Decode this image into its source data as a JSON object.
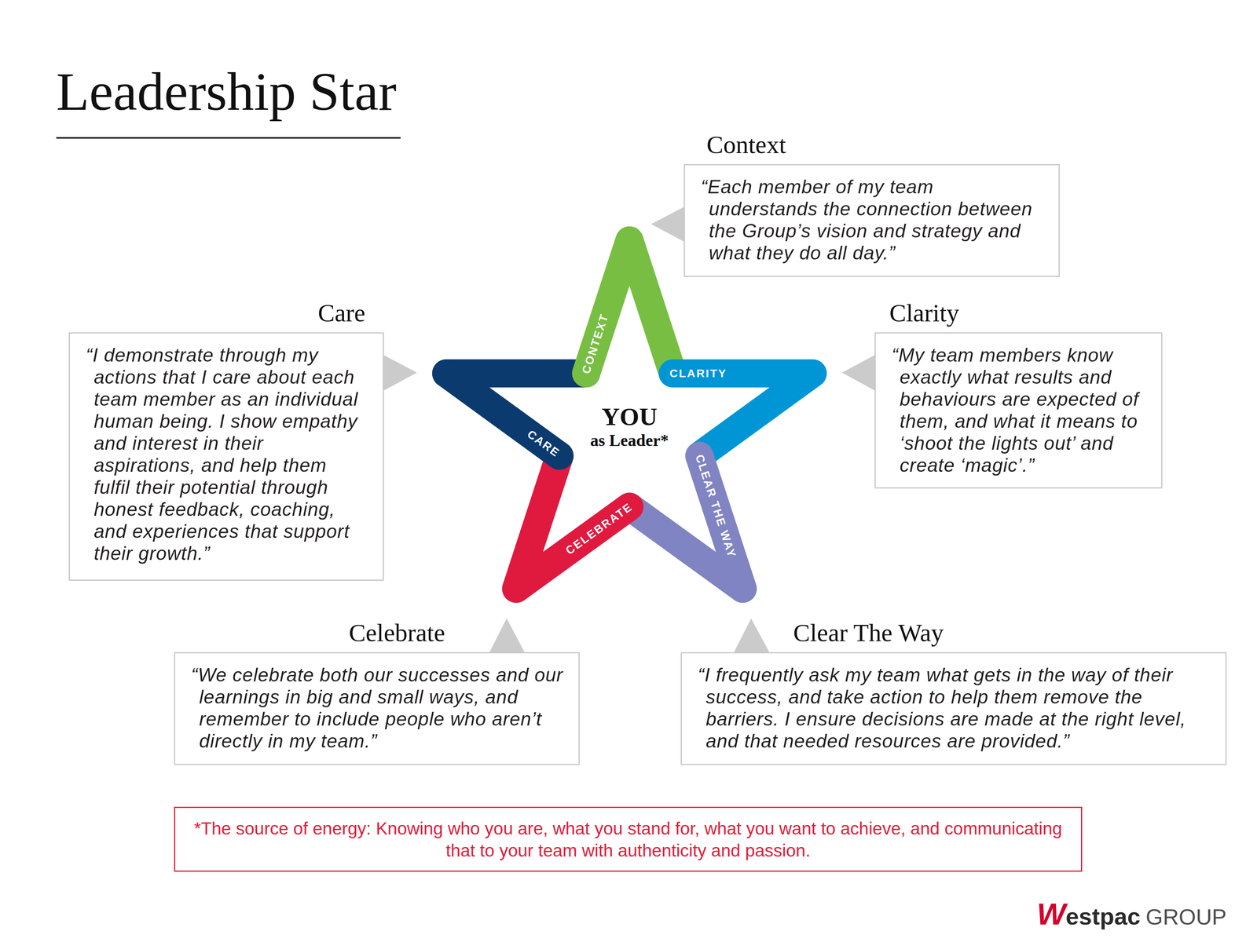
{
  "diagram": {
    "title": "Leadership Star",
    "nodes": [
      {
        "text": [
          "Context",
          "“Each member of my team understands the connection between the Group’s vision and strategy and what they do all day.”"
        ]
      },
      {
        "text": [
          "Care",
          "“I demonstrate through my actions that I care about each team member as an individual human being. I show empathy and interest in their aspirations, and help them fulfil their potential through honest feedback, coaching, and experiences that support their growth.”"
        ]
      },
      {
        "text": [
          "Clarity",
          "“My team members know exactly what results and behaviours are expected of them, and what it means to ‘shoot the lights out’ and create ‘magic’.”"
        ]
      },
      {
        "text": [
          "Celebrate",
          "“We celebrate both our successes and our learnings in big and small ways, and remember to include people who aren’t directly in my team.”"
        ]
      },
      {
        "text": [
          "Clear The Way",
          "“I frequently ask my team what gets in the way of their success, and take action to help them remove the barriers. I ensure decisions are made at the right level, and that needed resources are provided.”"
        ]
      },
      {
        "text": [
          "*The source of energy: Knowing who you are, what you stand for, what you want to achieve, and communicating that to your team with authenticity and passion."
        ]
      }
    ],
    "labels": [
      "CONTEXT",
      "CLARITY",
      "CARE",
      "CELEBRATE",
      "CLEAR THE WAY",
      "YOU",
      "as Leader*",
      "Westpac",
      "GROUP"
    ]
  }
}
